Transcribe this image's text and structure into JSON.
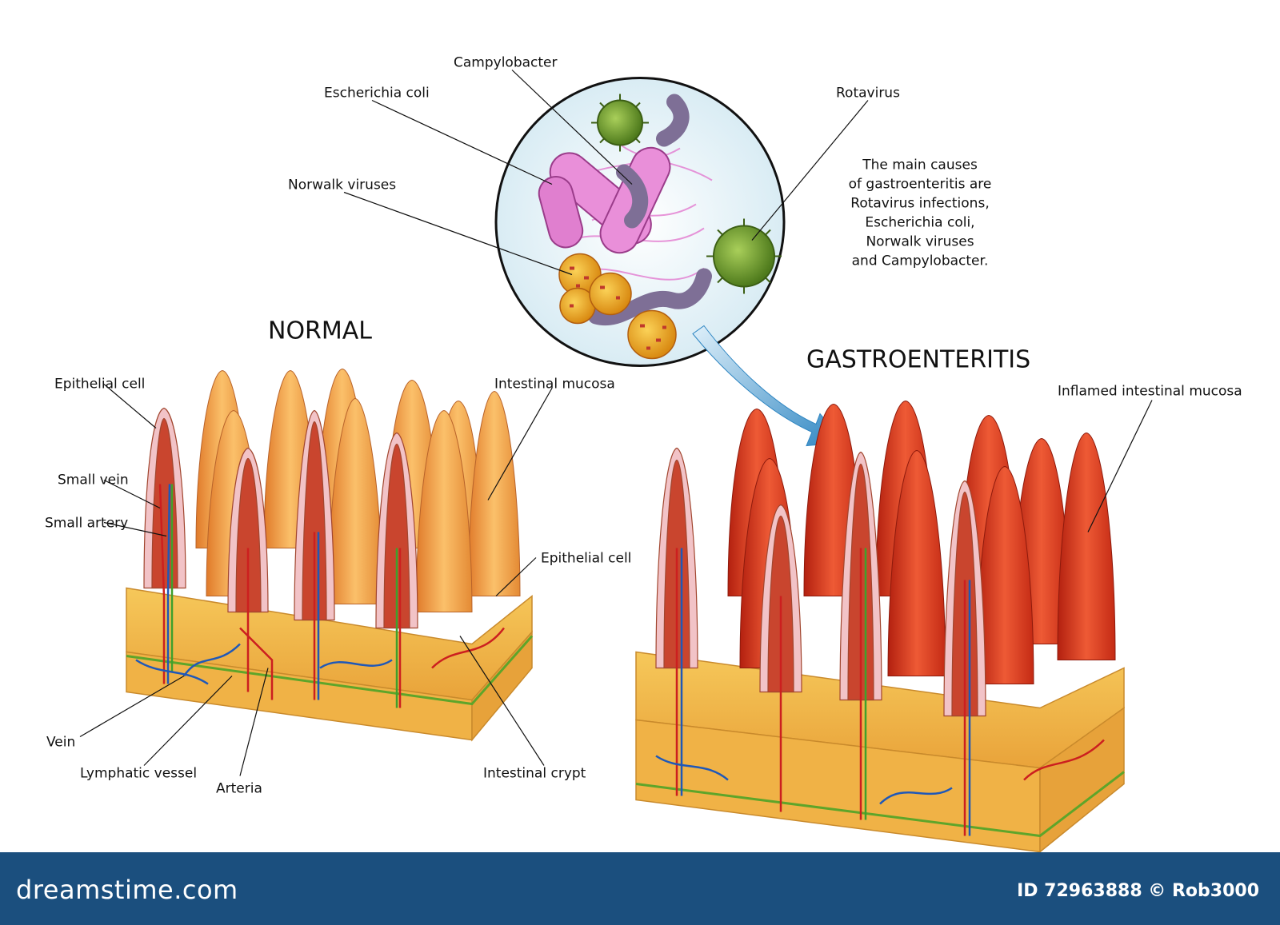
{
  "labels": {
    "campylobacter": "Campylobacter",
    "escherichia_coli": "Escherichia coli",
    "rotavirus": "Rotavirus",
    "norwalk_viruses": "Norwalk viruses",
    "normal": "NORMAL",
    "gastroenteritis": "GASTROENTERITIS",
    "epithelial_cell_left": "Epithelial cell",
    "intestinal_mucosa": "Intestinal mucosa",
    "inflamed_intestinal_mucosa": "Inflamed intestinal mucosa",
    "small_vein": "Small vein",
    "small_artery": "Small artery",
    "epithelial_cell_right": "Epithelial cell",
    "vein": "Vein",
    "lymphatic_vessel": "Lymphatic vessel",
    "arteria": "Arteria",
    "intestinal_crypt": "Intestinal crypt"
  },
  "causes_note": [
    "The main causes",
    "of gastroenteritis are",
    "Rotavirus infections,",
    "Escherichia coli,",
    "Norwalk viruses",
    "and Campylobacter."
  ],
  "footer": {
    "site": "dreamstime.com",
    "credit": "ID 72963888 © Rob3000"
  },
  "colors": {
    "normal_villi": "#f3a14a",
    "inflamed_villi": "#d9381e",
    "submucosa": "#f2b84a",
    "footer_bg": "#1b4f7e",
    "arrow": "#3a8fc8"
  }
}
